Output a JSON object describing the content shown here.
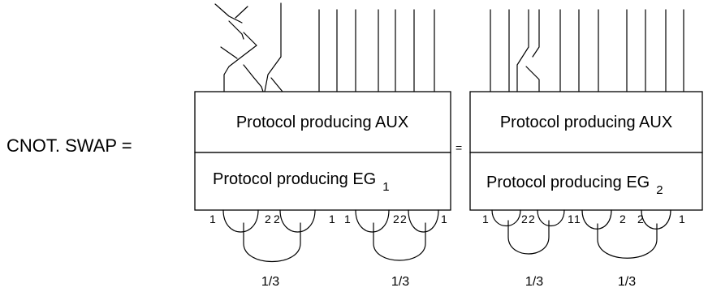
{
  "equation": {
    "label": "CNOT. SWAP =",
    "middle_equals": "="
  },
  "left_panel": {
    "top_box": "Protocol producing AUX",
    "bottom_box_main": "Protocol producing EG",
    "bottom_box_sub": "1",
    "port_labels": [
      "1",
      "2",
      "2",
      "1",
      "1",
      "2",
      "2",
      "1"
    ],
    "fractions": [
      "1/3",
      "1/3"
    ]
  },
  "right_panel": {
    "top_box": "Protocol producing AUX",
    "bottom_box_main": "Protocol producing EG",
    "bottom_box_sub": "2",
    "port_labels": [
      "1",
      "2",
      "2",
      "1",
      "1",
      "2",
      "2",
      "1"
    ],
    "fractions": [
      "1/3",
      "1/3"
    ]
  }
}
